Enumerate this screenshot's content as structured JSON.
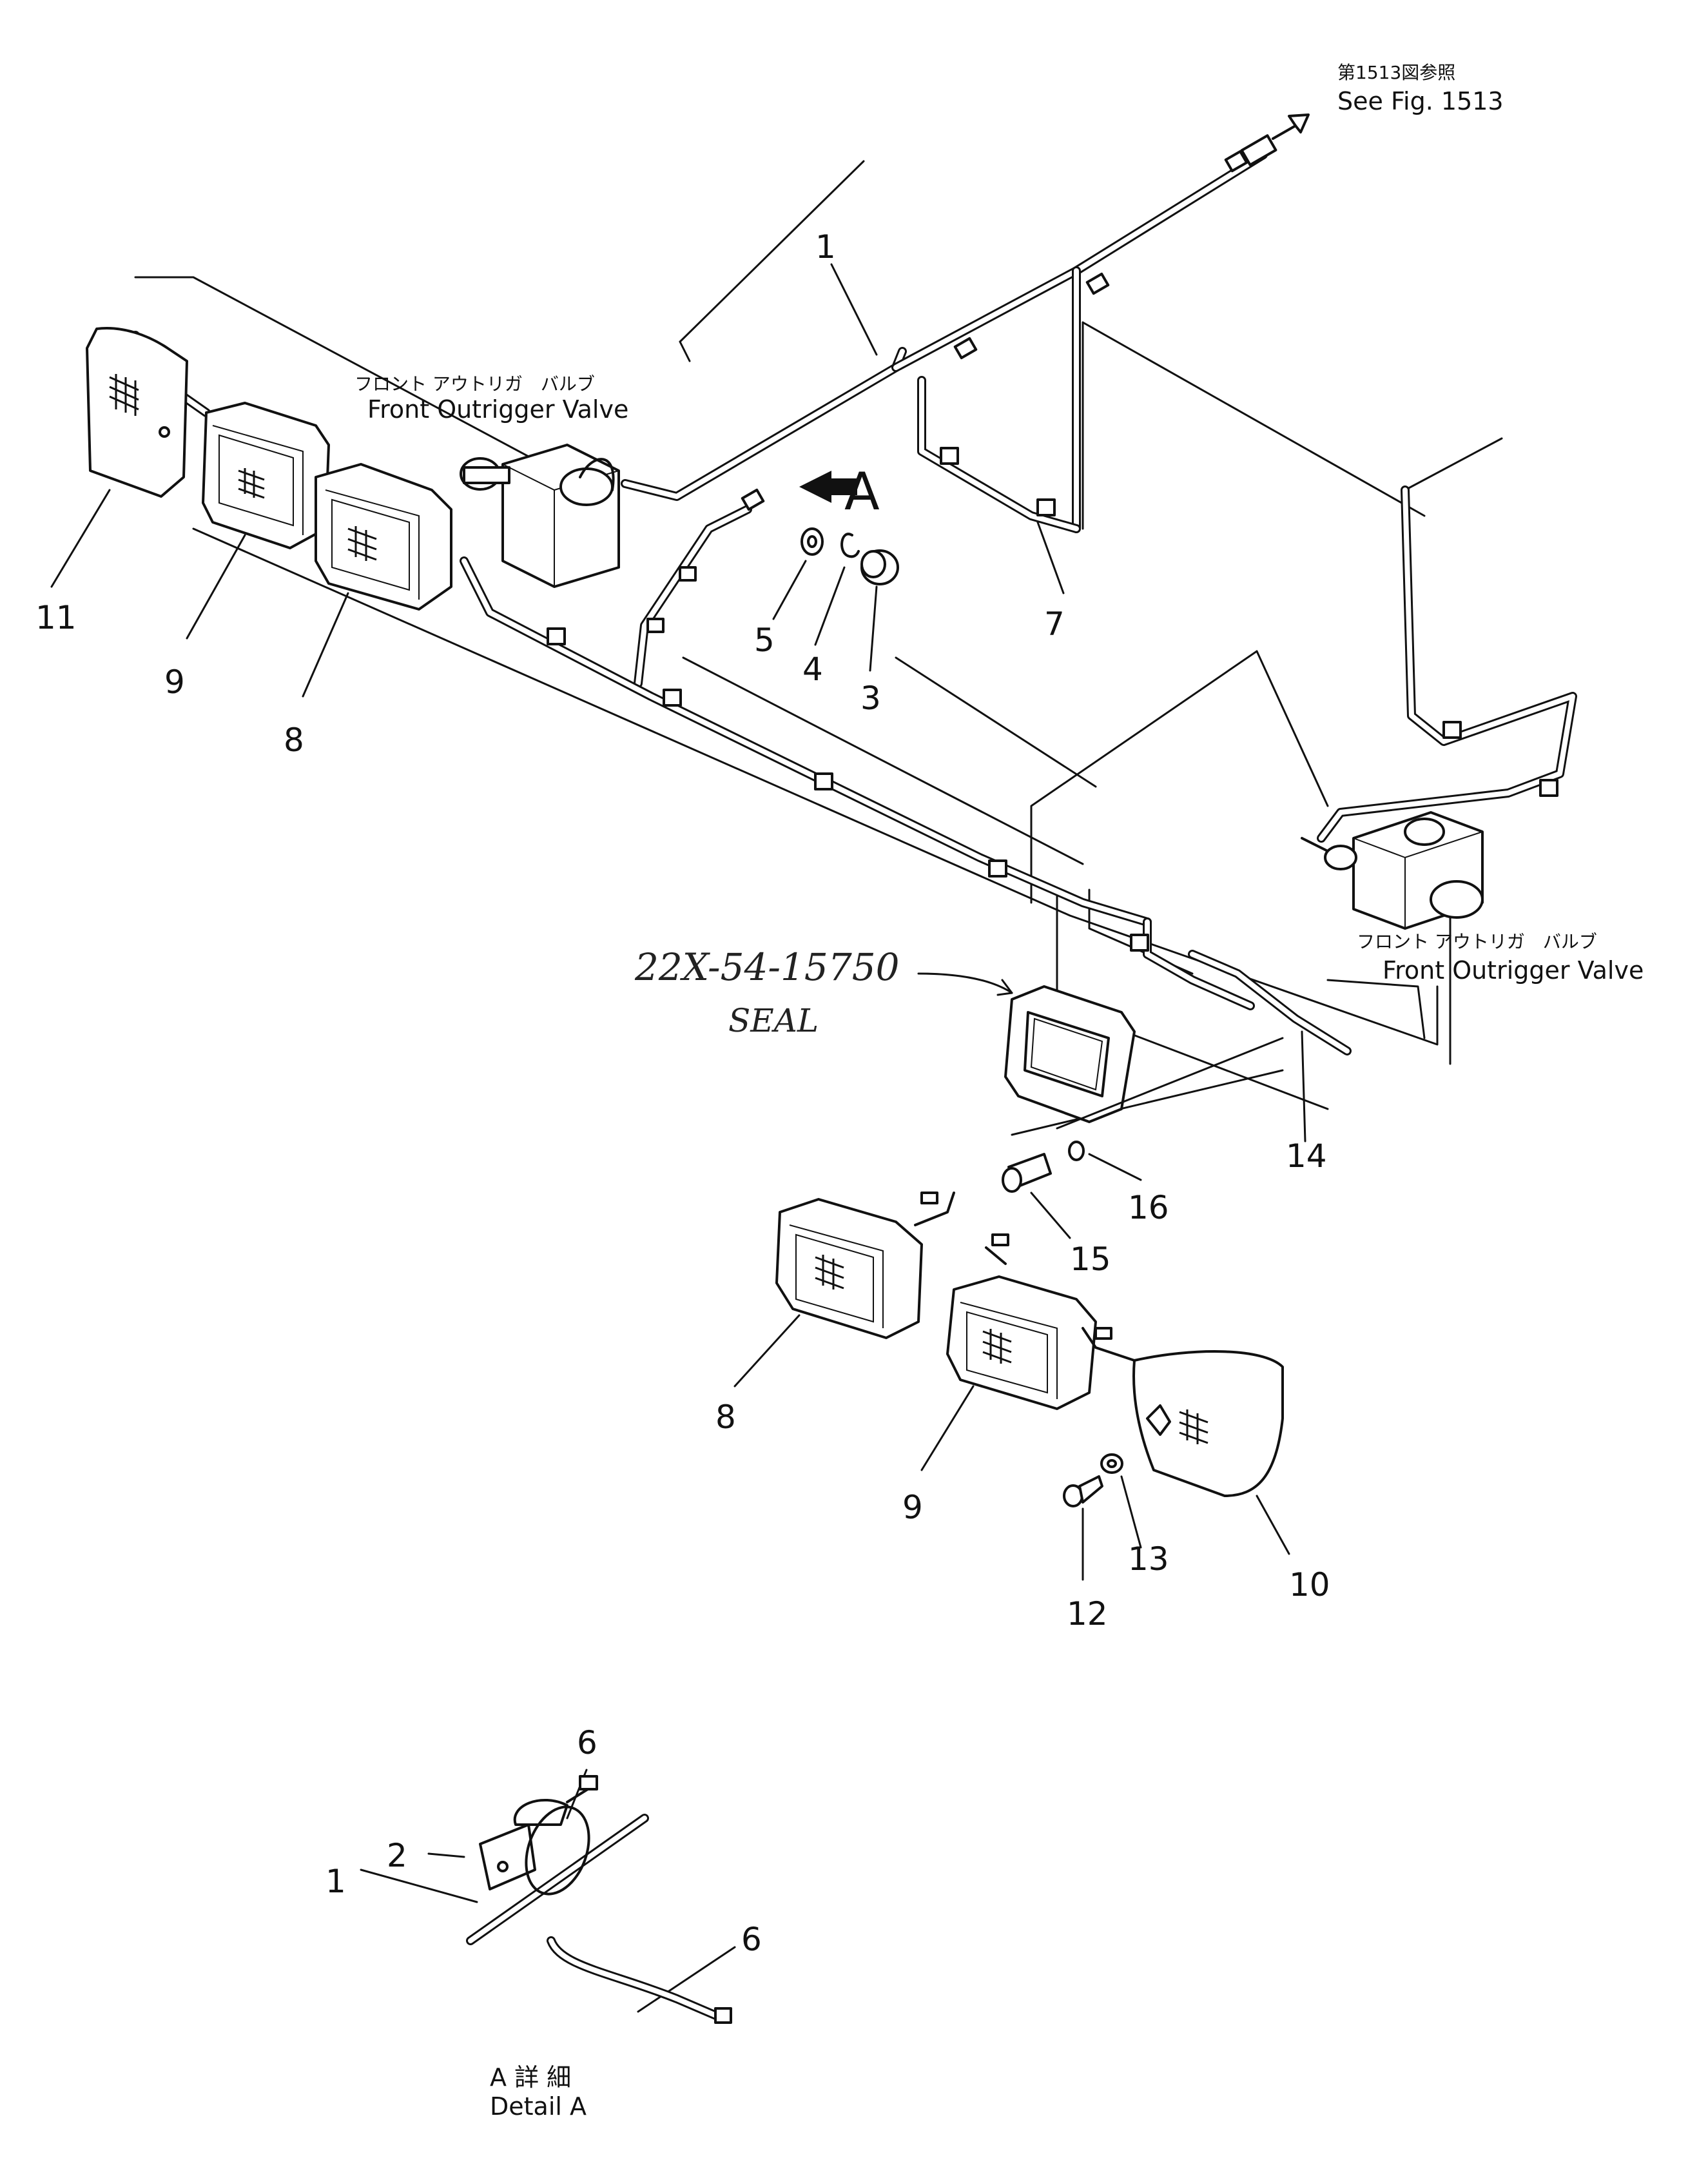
{
  "figure_reference": {
    "jp": "第1513図参照",
    "en": "See Fig. 1513"
  },
  "valve_labels": [
    {
      "jp": "フロント アウトリガ　バルブ",
      "en": "Front Outrigger Valve"
    },
    {
      "jp": "フロント アウトリガ　バルブ",
      "en": "Front Outrigger Valve"
    }
  ],
  "detail_pointer": "A",
  "handwritten_note": {
    "part_no": "22X-54-15750",
    "word": "SEAL"
  },
  "detail_caption": {
    "jp": "A 詳 細",
    "en": "Detail A"
  },
  "callouts": {
    "c1_main": "1",
    "c7": "7",
    "c5": "5",
    "c4": "4",
    "c3": "3",
    "c11": "11",
    "c9_left": "9",
    "c8_left": "8",
    "c14": "14",
    "c16": "16",
    "c15": "15",
    "c8_right": "8",
    "c9_right": "9",
    "c10": "10",
    "c13": "13",
    "c12": "12",
    "c6_top": "6",
    "c2": "2",
    "c1_detail": "1",
    "c6_bottom": "6"
  }
}
